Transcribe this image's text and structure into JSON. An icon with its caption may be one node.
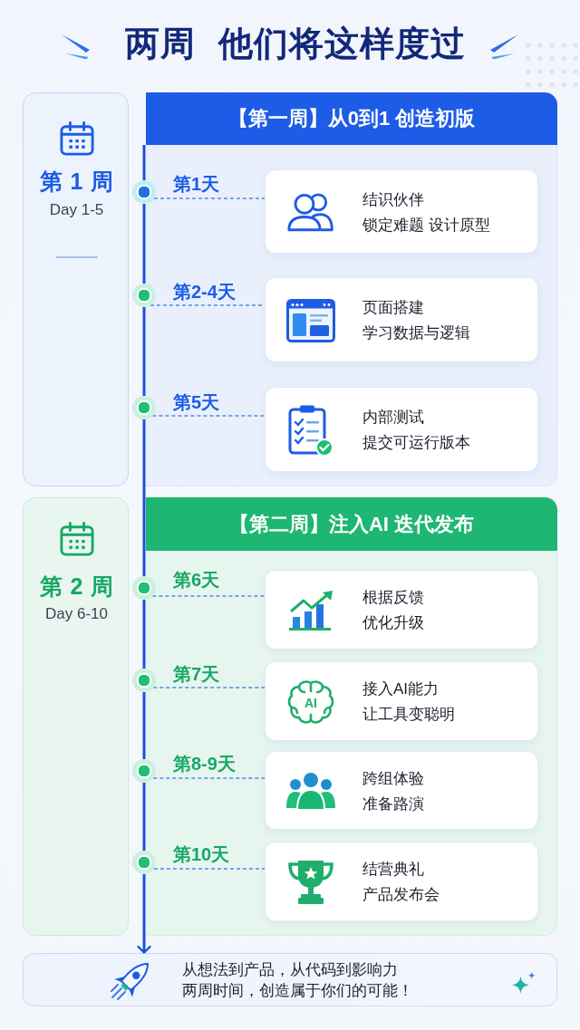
{
  "diagram": {
    "title": "两周 他们将这样度过",
    "nodes": [
      {
        "text": [
          "第 1 周",
          "Day 1-5"
        ]
      },
      {
        "text": [
          "【第一周】从0到1 创造初版"
        ]
      },
      {
        "text": [],
        "shape": "circle"
      },
      {
        "text": [
          "结识伙伴",
          "锁定难题 设计原型"
        ],
        "in": 1
      },
      {
        "text": [],
        "shape": "circle"
      },
      {
        "text": [
          "页面搭建",
          "学习数据与逻辑"
        ],
        "in": 1
      },
      {
        "text": [],
        "shape": "circle"
      },
      {
        "text": [
          "内部测试",
          "提交可运行版本"
        ],
        "in": 1
      },
      {
        "text": [
          "第 2 周",
          "Day 6-10"
        ]
      },
      {
        "text": [
          "【第二周】注入AI 迭代发布"
        ]
      },
      {
        "text": [],
        "shape": "circle"
      },
      {
        "text": [
          "根据反馈",
          "优化升级"
        ],
        "in": 9
      },
      {
        "text": [],
        "shape": "circle"
      },
      {
        "text": [
          "接入AI能力",
          "让工具变聪明"
        ],
        "in": 9
      },
      {
        "text": [],
        "shape": "circle"
      },
      {
        "text": [
          "跨组体验",
          "准备路演"
        ],
        "in": 9
      },
      {
        "text": [],
        "shape": "circle"
      },
      {
        "text": [
          "结营典礼",
          "产品发布会"
        ],
        "in": 9
      },
      {
        "text": [
          "从想法到产品，从代码到影响力",
          "两周时间，创造属于你们的可能！"
        ]
      }
    ],
    "edges": [
      {
        "from": 2,
        "to": 3,
        "arrow": "none",
        "label": "第1天",
        "style": "dashed"
      },
      {
        "from": 4,
        "to": 5,
        "arrow": "none",
        "label": "第2-4天",
        "style": "dashed"
      },
      {
        "from": 6,
        "to": 7,
        "arrow": "none",
        "label": "第5天",
        "style": "dashed"
      },
      {
        "from": 10,
        "to": 11,
        "arrow": "none",
        "label": "第6天",
        "style": "dashed"
      },
      {
        "from": 12,
        "to": 13,
        "arrow": "none",
        "label": "第7天",
        "style": "dashed"
      },
      {
        "from": 14,
        "to": 15,
        "arrow": "none",
        "label": "第8-9天",
        "style": "dashed"
      },
      {
        "from": 16,
        "to": 17,
        "arrow": "none",
        "label": "第10天",
        "style": "dashed"
      },
      {
        "from": 2,
        "to": 4,
        "arrow": "none",
        "color": "#1a4fe0"
      },
      {
        "from": 4,
        "to": 6,
        "arrow": "none",
        "color": "#1a4fe0"
      },
      {
        "from": 6,
        "to": 10,
        "arrow": "none",
        "color": "#1a4fe0"
      },
      {
        "from": 10,
        "to": 12,
        "arrow": "none",
        "color": "#1a4fe0"
      },
      {
        "from": 12,
        "to": 14,
        "arrow": "none",
        "color": "#1a4fe0"
      },
      {
        "from": 14,
        "to": 16,
        "arrow": "none",
        "color": "#1a4fe0"
      },
      {
        "from": 16,
        "to": 18,
        "arrow": "to",
        "color": "#1a4fe0"
      }
    ],
    "labels": [
      "AI"
    ]
  }
}
